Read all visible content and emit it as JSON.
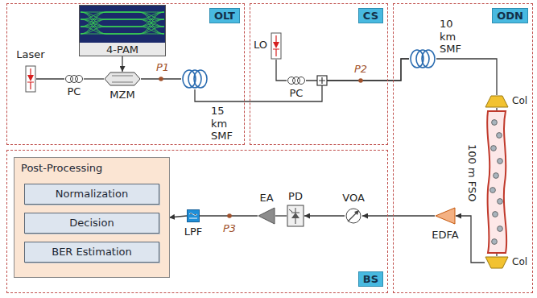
{
  "diagram": {
    "nodes": [
      {
        "text": [
          "OLT"
        ]
      },
      {
        "text": [
          "Laser"
        ],
        "in": 0
      },
      {
        "text": [
          "PC"
        ],
        "in": 0
      },
      {
        "text": [
          "4-PAM"
        ],
        "in": 0
      },
      {
        "text": [
          "MZM"
        ],
        "in": 0
      },
      {
        "text": [
          "15 km SMF"
        ],
        "in": 0
      },
      {
        "text": [
          "CS"
        ]
      },
      {
        "text": [
          "LO"
        ],
        "in": 6
      },
      {
        "text": [
          "PC"
        ],
        "in": 6
      },
      {
        "text": [
          "ODN"
        ]
      },
      {
        "text": [
          "10 km SMF"
        ],
        "in": 9
      },
      {
        "text": [
          "Col"
        ],
        "in": 9
      },
      {
        "text": [
          "100 m FSO"
        ],
        "in": 9
      },
      {
        "text": [
          "Col"
        ],
        "in": 9
      },
      {
        "text": [
          "EDFA"
        ],
        "in": 9
      },
      {
        "text": [
          "BS"
        ]
      },
      {
        "text": [
          "VOA"
        ],
        "in": 15
      },
      {
        "text": [
          "PD"
        ],
        "in": 15
      },
      {
        "text": [
          "EA"
        ],
        "in": 15
      },
      {
        "text": [
          "LPF"
        ],
        "in": 15
      },
      {
        "text": [
          "Post-Processing"
        ],
        "in": 15
      },
      {
        "text": [
          "Normalization"
        ],
        "in": 20
      },
      {
        "text": [
          "Decision"
        ],
        "in": 20
      },
      {
        "text": [
          "BER Estimation"
        ],
        "in": 20
      }
    ],
    "edges": [
      {
        "from": 1,
        "to": 2,
        "arrow": "none"
      },
      {
        "from": 2,
        "to": 4,
        "arrow": "none"
      },
      {
        "from": 3,
        "to": 4,
        "arrow": "to"
      },
      {
        "from": 4,
        "to": 5,
        "arrow": "none"
      },
      {
        "from": 5,
        "to": 10,
        "arrow": "none"
      },
      {
        "from": 7,
        "to": 8,
        "arrow": "none"
      },
      {
        "from": 8,
        "to": 10,
        "arrow": "none"
      },
      {
        "from": 10,
        "to": 11,
        "arrow": "none"
      },
      {
        "from": 11,
        "to": 12,
        "arrow": "none"
      },
      {
        "from": 12,
        "to": 13,
        "arrow": "none"
      },
      {
        "from": 13,
        "to": 14,
        "arrow": "to"
      },
      {
        "from": 14,
        "to": 16,
        "arrow": "to"
      },
      {
        "from": 16,
        "to": 17,
        "arrow": "to"
      },
      {
        "from": 17,
        "to": 18,
        "arrow": "none"
      },
      {
        "from": 18,
        "to": 19,
        "arrow": "none"
      },
      {
        "from": 19,
        "to": 20,
        "arrow": "to"
      }
    ],
    "labels": [
      "P1",
      "P2",
      "P3"
    ]
  }
}
